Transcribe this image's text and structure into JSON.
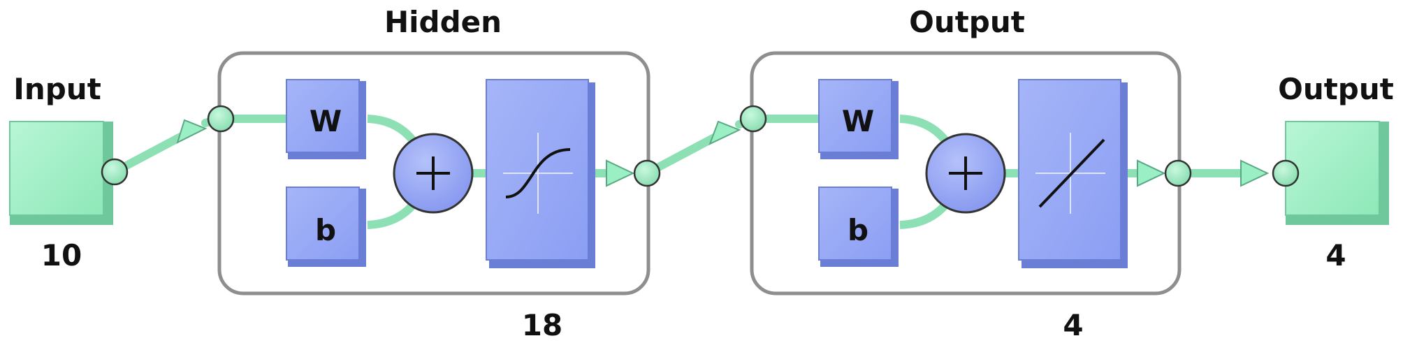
{
  "input": {
    "title": "Input",
    "size": "10"
  },
  "layers": [
    {
      "title": "Hidden",
      "weight_label": "W",
      "bias_label": "b",
      "size": "18",
      "transfer_icon": "sigmoid-curve"
    },
    {
      "title": "Output",
      "weight_label": "W",
      "bias_label": "b",
      "size": "4",
      "transfer_icon": "linear-line"
    }
  ],
  "output": {
    "title": "Output",
    "size": "4"
  },
  "colors": {
    "block_blue": "#97a8f5",
    "block_green": "#9aefc4",
    "connector_green": "#8de0b4",
    "frame_gray": "#8e8e8e",
    "label": "#111111"
  }
}
